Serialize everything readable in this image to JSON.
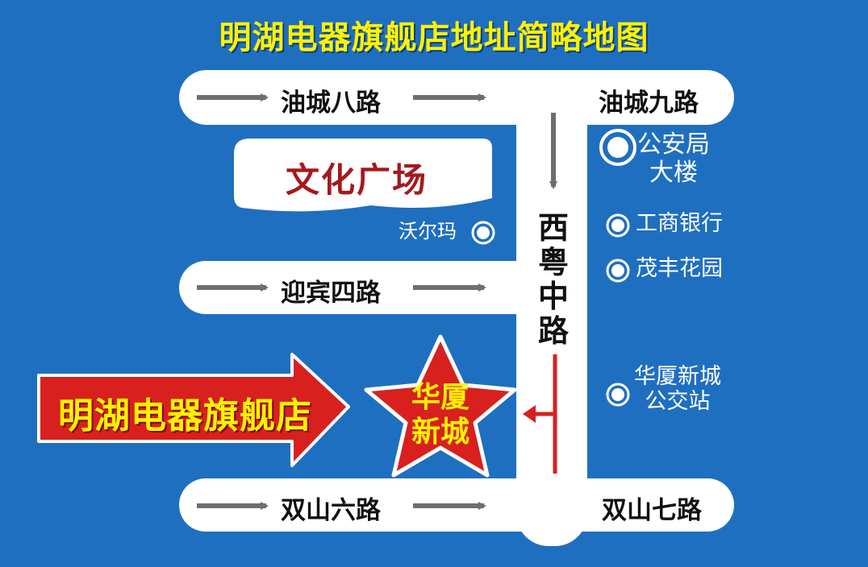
{
  "title": "明湖电器旗舰店地址简略地图",
  "roads": {
    "youcheng8": "油城八路",
    "youcheng9": "油城九路",
    "yingbin4": "迎宾四路",
    "shuangshan6": "双山六路",
    "shuangshan7": "双山七路",
    "xiyue_zhong": "西粤中路"
  },
  "landmarks": {
    "culture_square": "文化广场",
    "walmart": "沃尔玛",
    "police_bureau": "公安局\n大楼",
    "icbc": "工商银行",
    "maofeng_garden": "茂丰花园",
    "huaxia_bus_stop": "华厦新城\n公交站",
    "huaxia_star": "华厦\n新城"
  },
  "store_banner": "明湖电器旗舰店",
  "colors": {
    "background": "#1f6fc0",
    "title": "#fff200",
    "road": "#ffffff",
    "banner_red": "#d8201f",
    "culture_text": "#a4191d",
    "marker_line": "#d8201f"
  },
  "icons": [
    "arrow-right-icon",
    "arrow-down-icon",
    "circle-marker-icon",
    "star-icon"
  ]
}
